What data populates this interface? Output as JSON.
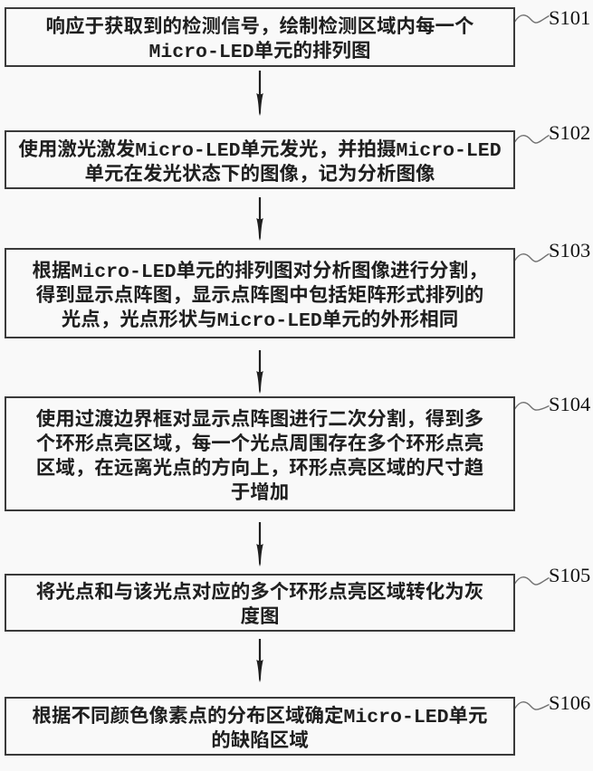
{
  "figure": {
    "kind": "patent-flowchart",
    "background_color": "#f9f9f9",
    "ink_color": "#1f1f1f",
    "box_border_color": "#3a3a3a",
    "leader_line_color": "#707070"
  },
  "flowchart": {
    "type": "flowchart",
    "direction": "top-down",
    "steps": [
      {
        "label": "S101",
        "text": "响应于获取到的检测信号，绘制检测区域内每一个Micro-LED单元的排列图",
        "lines": [
          "响应于获取到的检测信号，绘制检测区域内每一个",
          "Micro-LED单元的排列图"
        ]
      },
      {
        "label": "S102",
        "text": "使用激光激发Micro-LED单元发光，并拍摄Micro-LED单元在发光状态下的图像，记为分析图像",
        "lines": [
          "使用激光激发Micro-LED单元发光，并拍摄Micro-LED",
          "单元在发光状态下的图像，记为分析图像"
        ]
      },
      {
        "label": "S103",
        "text": "根据Micro-LED单元的排列图对分析图像进行分割，得到显示点阵图，显示点阵图中包括矩阵形式排列的光点，光点形状与Micro-LED单元的外形相同",
        "lines": [
          "根据Micro-LED单元的排列图对分析图像进行分割，",
          "得到显示点阵图，显示点阵图中包括矩阵形式排列的",
          "光点，光点形状与Micro-LED单元的外形相同"
        ]
      },
      {
        "label": "S104",
        "text": "使用过渡边界框对显示点阵图进行二次分割，得到多个环形点亮区域，每一个光点周围存在多个环形点亮区域，在远离光点的方向上，环形点亮区域的尺寸趋于增加",
        "lines": [
          "使用过渡边界框对显示点阵图进行二次分割，得到多",
          "个环形点亮区域，每一个光点周围存在多个环形点亮",
          "区域，在远离光点的方向上，环形点亮区域的尺寸趋",
          "于增加"
        ]
      },
      {
        "label": "S105",
        "text": "将光点和与该光点对应的多个环形点亮区域转化为灰度图",
        "lines": [
          "将光点和与该光点对应的多个环形点亮区域转化为灰",
          "度图"
        ]
      },
      {
        "label": "S106",
        "text": "根据不同颜色像素点的分布区域确定Micro-LED单元的缺陷区域",
        "lines": [
          "根据不同颜色像素点的分布区域确定Micro-LED单元",
          "的缺陷区域"
        ]
      }
    ],
    "connectors": [
      {
        "from": "S101",
        "to": "S102",
        "style": "arrow-down"
      },
      {
        "from": "S102",
        "to": "S103",
        "style": "arrow-down"
      },
      {
        "from": "S103",
        "to": "S104",
        "style": "arrow-down"
      },
      {
        "from": "S104",
        "to": "S105",
        "style": "arrow-down"
      },
      {
        "from": "S105",
        "to": "S106",
        "style": "arrow-down"
      }
    ]
  }
}
